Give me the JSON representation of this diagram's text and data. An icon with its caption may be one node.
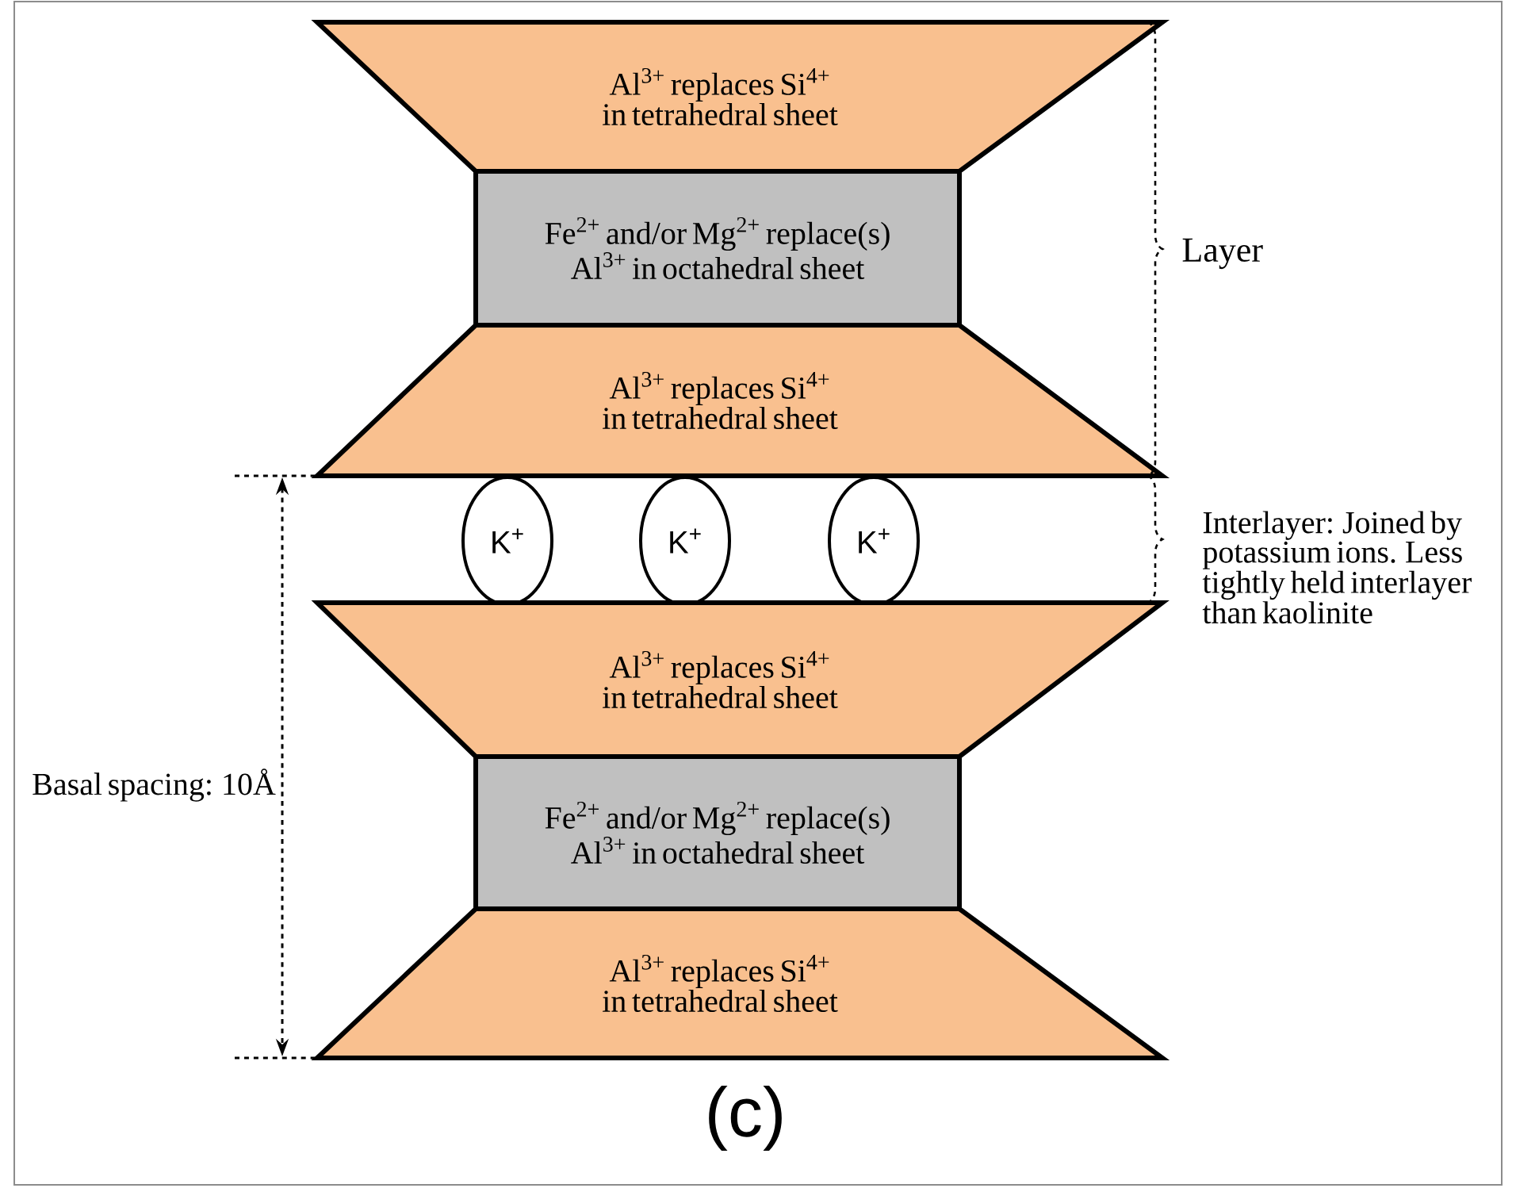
{
  "diagram": {
    "nodes": [
      {
        "text": [
          "Al$^{3+}$ replaces Si$^{4+}$ in tetrahedral sheet"
        ]
      },
      {
        "text": [
          "Fe$^{2+}$ and/or Mg$^{2+}$ replace(s) Al$^{3+}$ in octahedral sheet"
        ]
      },
      {
        "text": [
          "Al$^{3+}$ replaces Si$^{4+}$ in tetrahedral sheet"
        ]
      },
      {
        "text": [
          "K$^{+}$"
        ]
      },
      {
        "text": [
          "K$^{+}$"
        ]
      },
      {
        "text": [
          "K$^{+}$"
        ]
      },
      {
        "text": [
          "Al$^{3+}$ replaces Si$^{4+}$ in tetrahedral sheet"
        ]
      },
      {
        "text": [
          "Fe$^{2+}$ and/or Mg$^{2+}$ replace(s) Al$^{3+}$ in octahedral sheet"
        ]
      },
      {
        "text": [
          "Al$^{3+}$ replaces Si$^{4+}$ in tetrahedral sheet"
        ]
      }
    ],
    "labels": [
      "Layer",
      "Interlayer: Joined by potassium ions. Less tightly held interlayer than kaolinite",
      "Basal spacing: 10Å",
      "(c)"
    ]
  }
}
